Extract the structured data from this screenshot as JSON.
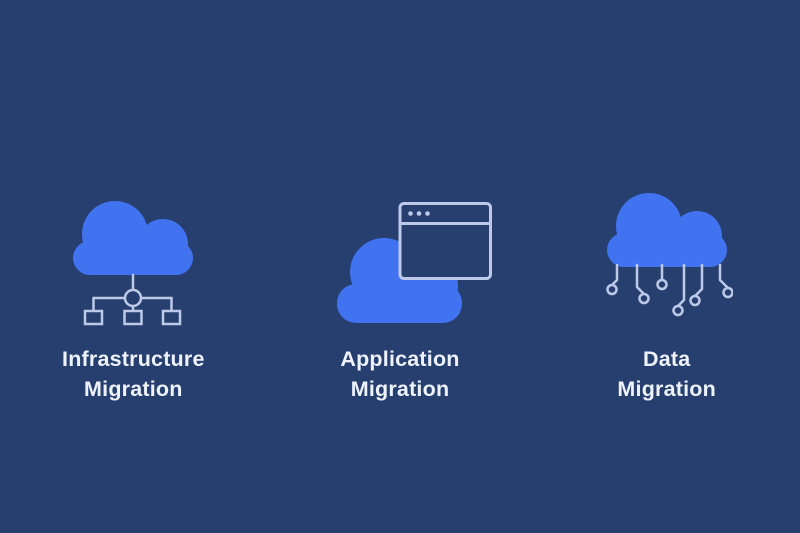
{
  "title": "Cloud migration types infographic",
  "colors": {
    "background": "#263f6e",
    "cloud": "#4173f0",
    "outline": "#bdc9e9",
    "text": "#eef2fa"
  },
  "items": [
    {
      "id": "infrastructure-migration",
      "icon": "cloud-network-tree-icon",
      "label_line1": "Infrastructure",
      "label_line2": "Migration"
    },
    {
      "id": "application-migration",
      "icon": "cloud-app-window-icon",
      "label_line1": "Application",
      "label_line2": "Migration"
    },
    {
      "id": "data-migration",
      "icon": "cloud-circuit-icon",
      "label_line1": "Data",
      "label_line2": "Migration"
    }
  ]
}
